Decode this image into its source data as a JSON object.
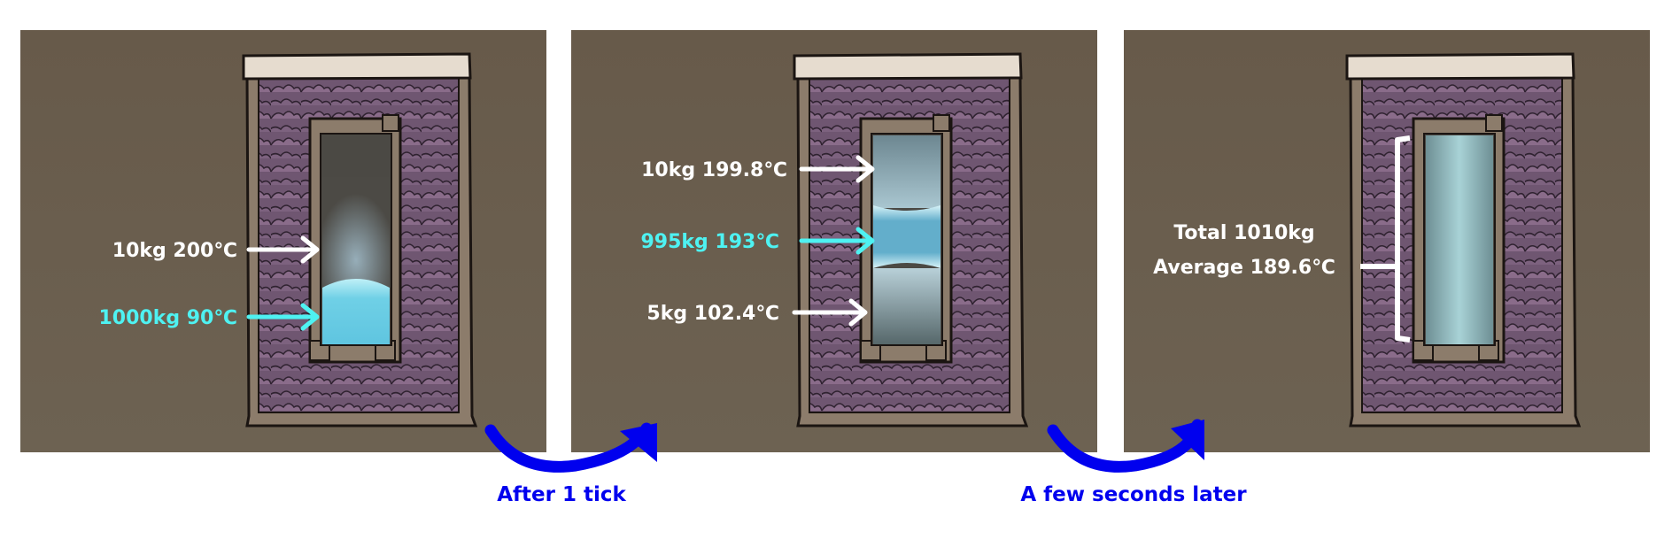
{
  "colors": {
    "background": "#6b6050",
    "white_label": "#ffffff",
    "liquid_label": "#4ef2f2",
    "transition_arrow": "#0000ee"
  },
  "panels": [
    {
      "name": "initial",
      "labels": [
        {
          "text": "10kg 200℃",
          "kind": "gas"
        },
        {
          "text": "1000kg 90℃",
          "kind": "liquid"
        }
      ]
    },
    {
      "name": "after-1-tick",
      "labels": [
        {
          "text": "10kg 199.8℃",
          "kind": "gas"
        },
        {
          "text": "995kg 193℃",
          "kind": "liquid"
        },
        {
          "text": "5kg 102.4℃",
          "kind": "gas"
        }
      ]
    },
    {
      "name": "few-seconds-later",
      "labels": [
        {
          "text": "Total 1010kg",
          "kind": "gas"
        },
        {
          "text": "Average 189.6℃",
          "kind": "gas"
        }
      ]
    }
  ],
  "transitions": [
    {
      "label": "After 1 tick"
    },
    {
      "label": "A few seconds later"
    }
  ]
}
